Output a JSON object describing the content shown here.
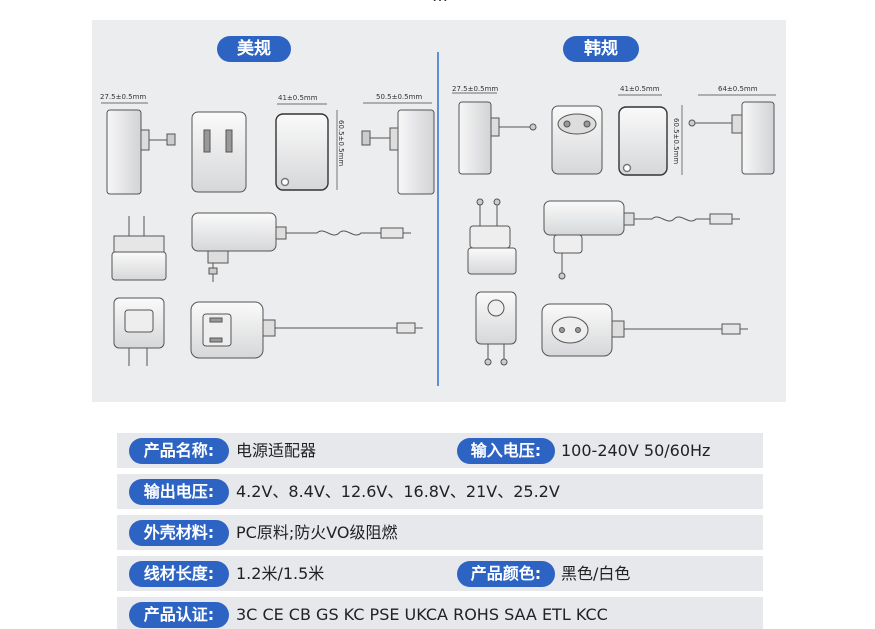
{
  "header": {
    "top_text": "…"
  },
  "panel": {
    "us_label": "美规",
    "kr_label": "韩规",
    "us_dims": {
      "side_depth": "27.5±0.5mm",
      "front_width": "41±0.5mm",
      "front_height": "60.5±0.5mm",
      "side_length": "50.5±0.5mm"
    },
    "kr_dims": {
      "side_depth": "27.5±0.5mm",
      "front_width": "41±0.5mm",
      "front_height": "60.5±0.5mm",
      "side_length": "64±0.5mm"
    }
  },
  "specs": {
    "product_name": {
      "label": "产品名称:",
      "value": "电源适配器"
    },
    "input_voltage": {
      "label": "输入电压:",
      "value": "100-240V 50/60Hz"
    },
    "output_voltage": {
      "label": "输出电压:",
      "value": "4.2V、8.4V、12.6V、16.8V、21V、25.2V"
    },
    "housing_material": {
      "label": "外壳材料:",
      "value": "PC原料;防火VO级阻燃"
    },
    "cable_length": {
      "label": "线材长度:",
      "value": "1.2米/1.5米"
    },
    "product_color": {
      "label": "产品颜色:",
      "value": "黑色/白色"
    },
    "certification": {
      "label": "产品认证:",
      "value": "3C CE CB GS KC PSE UKCA ROHS SAA ETL KCC"
    }
  },
  "colors": {
    "accent": "#2d64c4",
    "panel_bg": "#ecedef",
    "row_bg": "#e6e8ec",
    "divider": "#5f8fd8"
  }
}
